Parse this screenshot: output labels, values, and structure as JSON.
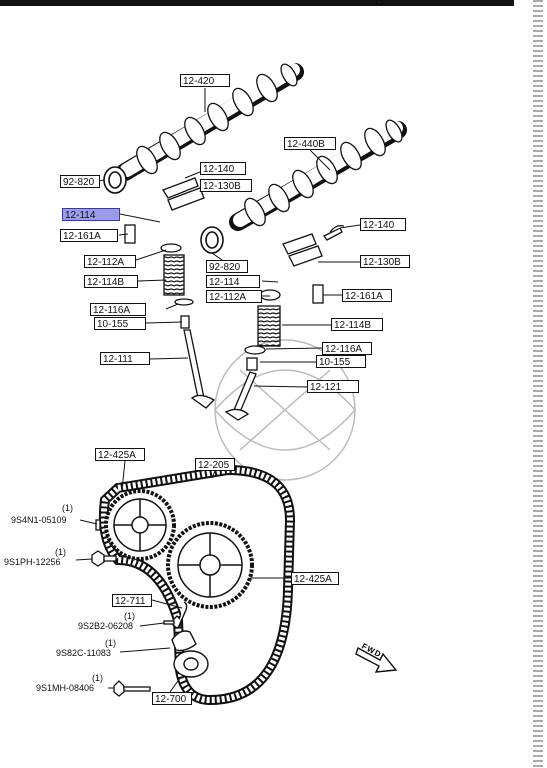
{
  "page": {
    "corner_mark": "·"
  },
  "labels": {
    "camshaft_intake": "12-420",
    "camshaft_exhaust": "12-440B",
    "seal_left": "92-820",
    "seal_right": "92-820",
    "rocker_arm_top": "12-140",
    "rocker_arm_right": "12-140",
    "rocker_shaft_top": "12-130B",
    "rocker_shaft_right": "12-130B",
    "adjuster_highlighted": "12-114",
    "adjuster_right": "12-114",
    "lash_adjuster_left": "12-161A",
    "lash_adjuster_right": "12-161A",
    "retainer_left": "12-112A",
    "retainer_right": "12-112A",
    "spring_left": "12-114B",
    "spring_right": "12-114B",
    "seat_left": "12-116A",
    "seat_right": "12-116A",
    "guide_left": "10-155",
    "guide_right": "10-155",
    "valve_intake": "12-111",
    "valve_exhaust": "12-121",
    "pulley_top": "12-425A",
    "pulley_bottom": "12-425A",
    "timing_belt": "12-205",
    "tensioner_spring": "12-711",
    "tensioner": "12-700"
  },
  "fasteners": {
    "pin": {
      "qty": "(1)",
      "code": "9S4N1-05109"
    },
    "pulley_bolt": {
      "qty": "(1)",
      "code": "9S1PH-12256"
    },
    "spring_bolt": {
      "qty": "(1)",
      "code": "9S2B2-06208"
    },
    "stud": {
      "qty": "(1)",
      "code": "9S82C-11083"
    },
    "tensioner_bolt": {
      "qty": "(1)",
      "code": "9S1MH-08406"
    }
  },
  "fwd_label": "FWD",
  "colors": {
    "highlight": "#9c9ce6",
    "ink": "#111111"
  }
}
